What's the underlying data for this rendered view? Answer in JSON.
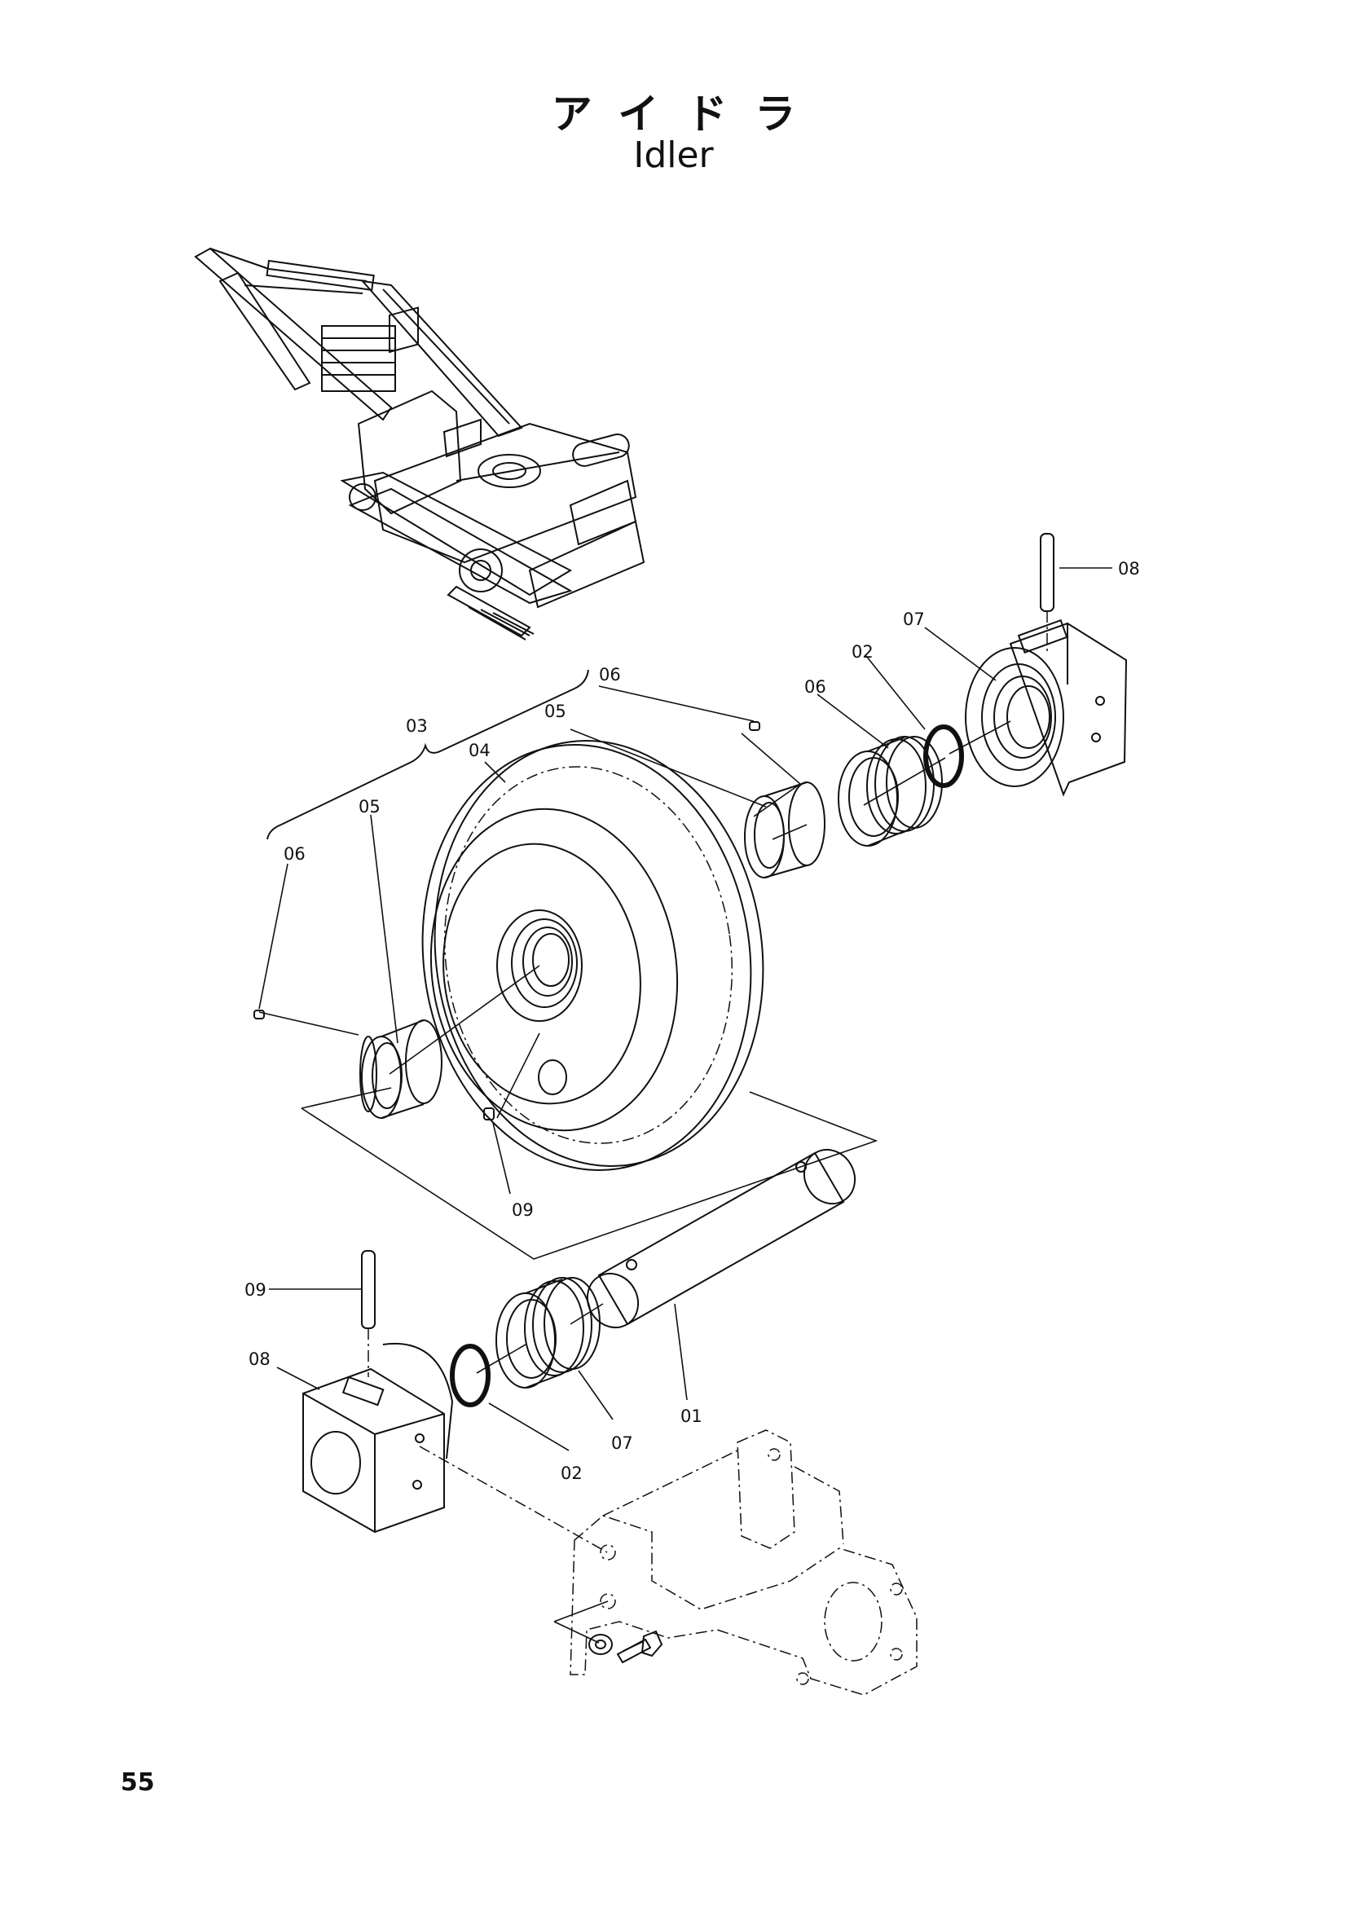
{
  "header": {
    "title_jp": "アイドラ",
    "title_en": "Idler"
  },
  "page_number": "55",
  "callouts": {
    "c01": "01",
    "c02_upper": "02",
    "c02_lower": "02",
    "c03": "03",
    "c04": "04",
    "c05_left": "05",
    "c05_right": "05",
    "c06_left": "06",
    "c06_top": "06",
    "c06_right": "06",
    "c07_upper": "07",
    "c07_lower": "07",
    "c08_upper": "08",
    "c08_lower": "08",
    "c09_upper": "09",
    "c09_lower": "09"
  }
}
